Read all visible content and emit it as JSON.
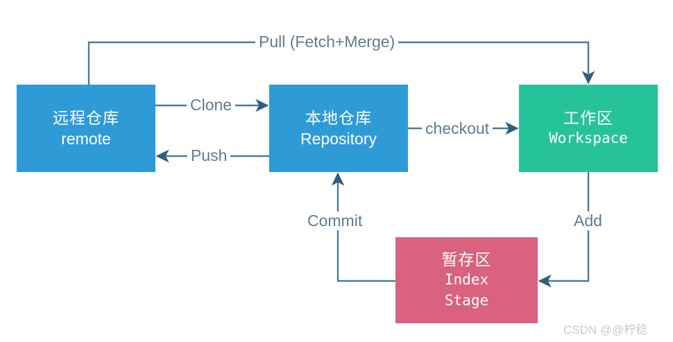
{
  "diagram": {
    "title": "Git Workflow Diagram",
    "background": "#ffffff",
    "colors": {
      "remote_fill": "#2e9bd6",
      "repository_fill": "#2e9bd6",
      "workspace_fill": "#26c39b",
      "index_fill": "#d9627f",
      "edge_stroke": "#4a7b97",
      "label_text": "#5b7c93",
      "node_text": "#ffffff",
      "watermark_text": "#c9c9c9"
    }
  },
  "nodes": [
    {
      "id": "remote",
      "name": "remote-repository-node",
      "line_cn": "远程仓库",
      "line_en": "remote",
      "fill": "#2e9bd6"
    },
    {
      "id": "repository",
      "name": "local-repository-node",
      "line_cn": "本地仓库",
      "line_en": "Repository",
      "fill": "#2e9bd6"
    },
    {
      "id": "workspace",
      "name": "workspace-node",
      "line_cn": "工作区",
      "line_en": "Workspace",
      "fill": "#26c39b"
    },
    {
      "id": "index",
      "name": "staging-area-node",
      "line_cn": "暂存区",
      "line_en": "Index",
      "line_en2": "Stage",
      "fill": "#d9627f"
    }
  ],
  "edges": [
    {
      "id": "pull",
      "label": "Pull (Fetch+Merge)",
      "from": "remote",
      "to": "workspace",
      "direction": "remote-to-workspace"
    },
    {
      "id": "clone",
      "label": "Clone",
      "from": "remote",
      "to": "repository",
      "direction": "right"
    },
    {
      "id": "push",
      "label": "Push",
      "from": "repository",
      "to": "remote",
      "direction": "left"
    },
    {
      "id": "checkout",
      "label": "checkout",
      "from": "repository",
      "to": "workspace",
      "direction": "right"
    },
    {
      "id": "commit",
      "label": "Commit",
      "from": "index",
      "to": "repository",
      "direction": "up"
    },
    {
      "id": "add",
      "label": "Add",
      "from": "workspace",
      "to": "index",
      "direction": "down-left"
    }
  ],
  "watermark": {
    "text": "CSDN @@柠稔"
  }
}
